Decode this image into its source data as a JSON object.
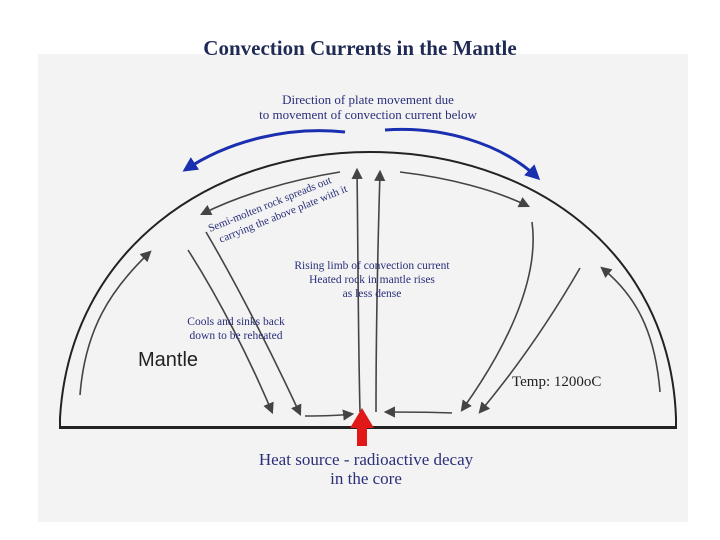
{
  "title": "Convection Currents in the Mantle",
  "plate_movement_label_line1": "Direction of plate movement due",
  "plate_movement_label_line2": "to movement of convection current below",
  "spreading_label_line1": "Semi-molten rock spreads out",
  "spreading_label_line2": "carrying the above plate with it",
  "rising_label_line1": "Rising limb of convection current",
  "rising_label_line2": "Heated rock in mantle rises",
  "rising_label_line3": "as less dense",
  "cooling_label_line1": "Cools and sinks back",
  "cooling_label_line2": "down to be reheated",
  "mantle_label": "Mantle",
  "temp_label": "Temp: 1200oC",
  "heat_label_line1": "Heat source - radioactive decay",
  "heat_label_line2": "in the core",
  "colors": {
    "plate_arrow": "#1a2fb0",
    "heat_arrow": "#e01818",
    "current_arrows": "#444444"
  }
}
